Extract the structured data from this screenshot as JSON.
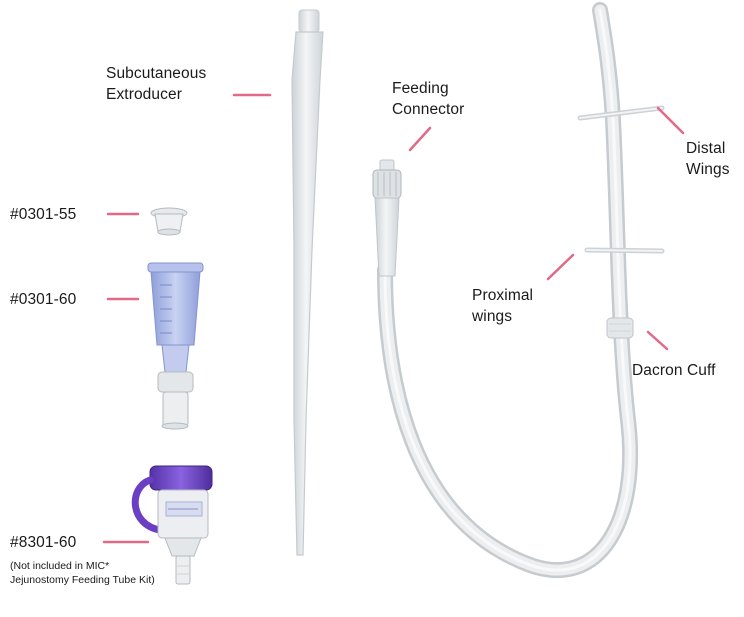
{
  "labels": {
    "subcutaneous_extroducer": [
      "Subcutaneous",
      "Extroducer"
    ],
    "feeding_connector": [
      "Feeding",
      "Connector"
    ],
    "distal_wings": [
      "Distal",
      "Wings"
    ],
    "part_0301_55": "#0301-55",
    "part_0301_60": "#0301-60",
    "proximal_wings": [
      "Proximal",
      "wings"
    ],
    "dacron_cuff": "Dacron Cuff",
    "part_8301_60": "#8301-60",
    "note": [
      "(Not included in MIC*",
      "Jejunostomy Feeding Tube Kit)"
    ]
  },
  "colors": {
    "leader_line": "#e06a88",
    "tube": "#dfe3e6",
    "tube_edge": "#c5cace",
    "syringe_blue": "#aab6e6",
    "cap_purple": "#6a3fc4"
  }
}
